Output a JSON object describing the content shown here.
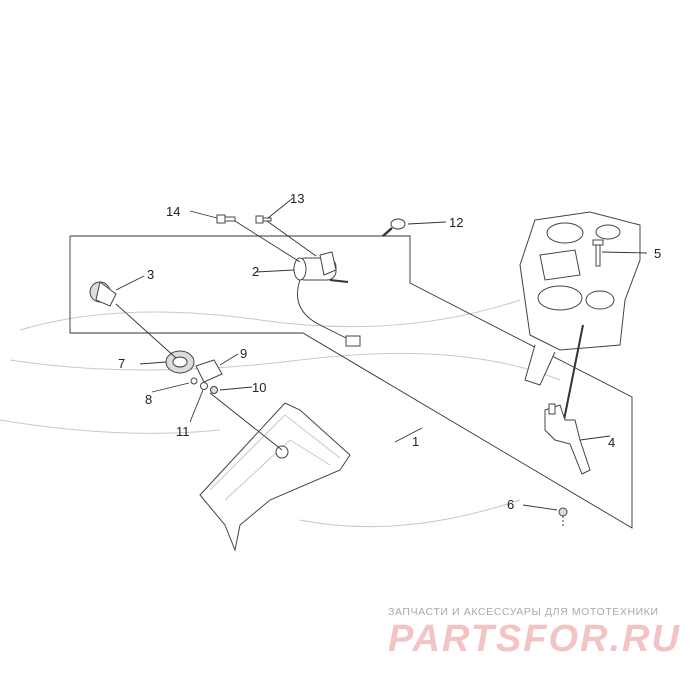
{
  "callouts": [
    "1",
    "2",
    "3",
    "4",
    "5",
    "6",
    "7",
    "8",
    "9",
    "10",
    "11",
    "12",
    "13",
    "14"
  ],
  "watermark": {
    "tagline": "ЗАПЧАСТИ И АКСЕССУАРЫ ДЛЯ МОТОТЕХНИКИ",
    "logo": "PARTSFOR.RU"
  },
  "colors": {
    "line": "#333333",
    "watermark_logo": "#f2c4c4",
    "watermark_text": "#a9a9a9"
  }
}
